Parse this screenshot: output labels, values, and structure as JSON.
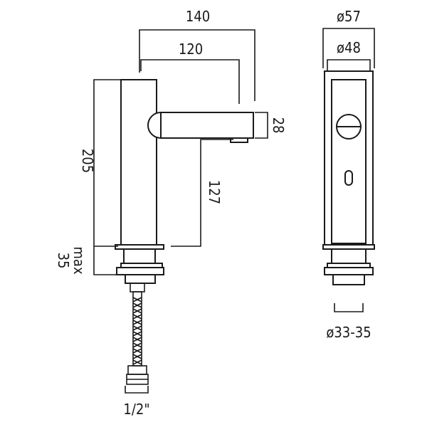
{
  "dimensions": {
    "width_140": "140",
    "width_120": "120",
    "height_28": "28",
    "height_205": "205",
    "height_127": "127",
    "max_label": "max",
    "max_value": "35",
    "pipe": "1/2\"",
    "dia_57": "ø57",
    "dia_48": "ø48",
    "dia_hole": "ø33-35"
  }
}
